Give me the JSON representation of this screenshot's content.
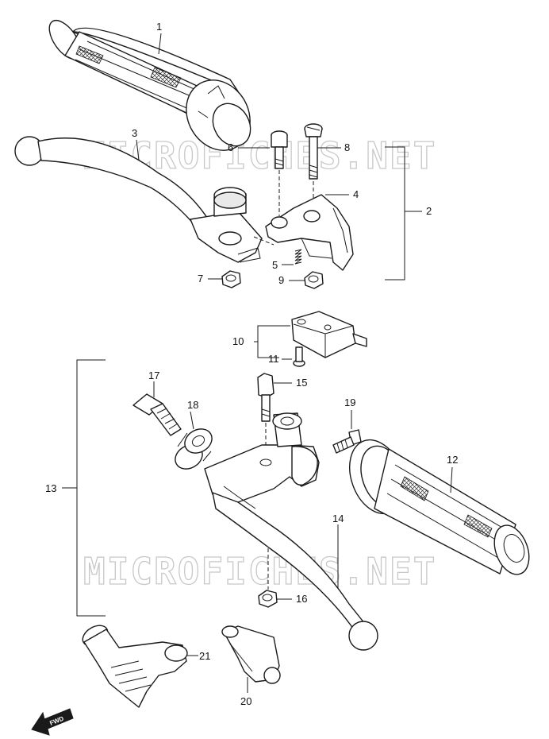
{
  "watermark": "MICROFICHES.NET",
  "fwd_label": "FWD",
  "callouts": {
    "c1": "1",
    "c2": "2",
    "c3": "3",
    "c4": "4",
    "c5": "5",
    "c6": "6",
    "c7": "7",
    "c8": "8",
    "c9": "9",
    "c10": "10",
    "c11": "11",
    "c12": "12",
    "c13": "13",
    "c14": "14",
    "c15": "15",
    "c16": "16",
    "c17": "17",
    "c18": "18",
    "c19": "19",
    "c20": "20",
    "c21": "21"
  }
}
